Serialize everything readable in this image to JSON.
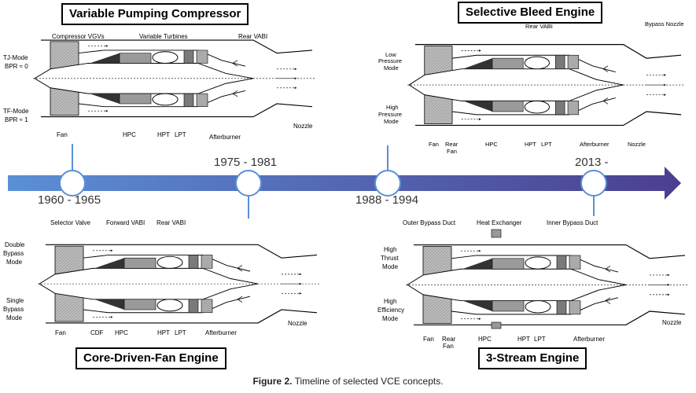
{
  "panels": {
    "vpc": {
      "title": "Variable Pumping Compressor",
      "labels": {
        "vgv": "Compressor VGVs",
        "vt": "Variable Turbines",
        "rvabi": "Rear VABI",
        "tj1": "TJ-Mode",
        "tj2": "BPR ≈ 0",
        "tf1": "TF-Mode",
        "tf2": "BPR ≈ 1",
        "fan": "Fan",
        "hpc": "HPC",
        "hpt": "HPT",
        "lpt": "LPT",
        "ab": "Afterburner",
        "nozzle": "Nozzle"
      }
    },
    "sbe": {
      "title": "Selective Bleed Engine",
      "labels": {
        "rvabi": "Rear VABI",
        "bpn": "Bypass Nozzle",
        "low1": "Low",
        "low2": "Pressure",
        "low3": "Mode",
        "high1": "High",
        "high2": "Pressure",
        "high3": "Mode",
        "fan": "Fan",
        "rf1": "Rear",
        "rf2": "Fan",
        "hpc": "HPC",
        "hpt": "HPT",
        "lpt": "LPT",
        "ab": "Afterburner",
        "nozzle": "Nozzle"
      }
    },
    "cdf": {
      "title": "Core-Driven-Fan Engine",
      "labels": {
        "sv": "Selector Valve",
        "fvabi": "Forward VABI",
        "rvabi": "Rear VABI",
        "db1": "Double",
        "db2": "Bypass",
        "db3": "Mode",
        "sb1": "Single",
        "sb2": "Bypass",
        "sb3": "Mode",
        "fan": "Fan",
        "cdf": "CDF",
        "hpc": "HPC",
        "hpt": "HPT",
        "lpt": "LPT",
        "ab": "Afterburner",
        "nozzle": "Nozzle"
      }
    },
    "tse": {
      "title": "3-Stream Engine",
      "labels": {
        "obd": "Outer Bypass Duct",
        "hx": "Heat Exchanger",
        "ibd": "Inner Bypass Duct",
        "ht1": "High",
        "ht2": "Thrust",
        "ht3": "Mode",
        "he1": "High",
        "he2": "Efficiency",
        "he3": "Mode",
        "fan": "Fan",
        "rf1": "Rear",
        "rf2": "Fan",
        "hpc": "HPC",
        "hpt": "HPT",
        "lpt": "LPT",
        "ab": "Afterburner",
        "nozzle": "Nozzle"
      }
    }
  },
  "timeline": {
    "years": [
      "1960 - 1965",
      "1975 - 1981",
      "1988 - 1994",
      "2013 -"
    ],
    "gradient_start": "#5b8fd6",
    "gradient_end": "#4b3f8f"
  },
  "caption": {
    "figure": "Figure 2.",
    "text": " Timeline of selected VCE concepts."
  }
}
